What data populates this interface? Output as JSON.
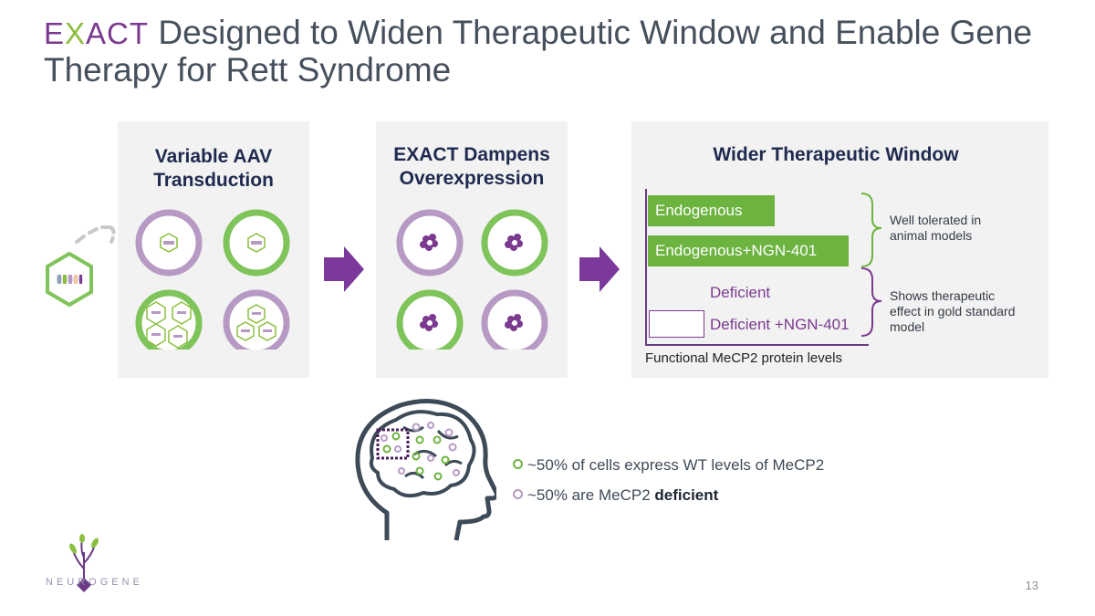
{
  "title": {
    "brand_letters": [
      {
        "ch": "E",
        "color": "#7b3a8f"
      },
      {
        "ch": "X",
        "color": "#8cbf3f"
      },
      {
        "ch": "A",
        "color": "#7b3a8f"
      },
      {
        "ch": "C",
        "color": "#7b3a8f"
      },
      {
        "ch": "T",
        "color": "#7b3a8f"
      }
    ],
    "text": " Designed to Widen Therapeutic Window and Enable Gene Therapy for Rett Syndrome"
  },
  "panels": {
    "transduction": {
      "title": "Variable AAV Transduction"
    },
    "dampens": {
      "title": "EXACT Dampens Overexpression"
    },
    "window": {
      "title": "Wider Therapeutic Window",
      "bars": {
        "endogenous": "Endogenous",
        "endogenous_ngn": "Endogenous+NGN-401",
        "deficient": "Deficient",
        "deficient_ngn": "Deficient +NGN-401"
      },
      "notes": {
        "tolerated": "Well tolerated in animal models",
        "effect": "Shows therapeutic effect in gold standard model"
      },
      "axis_label": "Functional MeCP2 protein levels"
    }
  },
  "bullets": {
    "wt": {
      "text": "~50% of cells express WT levels of MeCP2"
    },
    "deficient": {
      "prefix": "~50% are MeCP2 ",
      "bold": "deficient"
    }
  },
  "logo": {
    "text": "NEUROGENE"
  },
  "page_number": "13",
  "colors": {
    "purple": "#7b3a8f",
    "light_purple": "#b79ac4",
    "green": "#6cb33f",
    "navy": "#1f2a4f",
    "panel_bg": "#f2f2f2",
    "slate": "#46505d"
  },
  "icons": [
    "vector-hexagon-icon",
    "cell-icon",
    "protein-icon",
    "arrow-right-icon",
    "brain-head-icon",
    "bracket-icon",
    "neurogene-logo-icon"
  ]
}
